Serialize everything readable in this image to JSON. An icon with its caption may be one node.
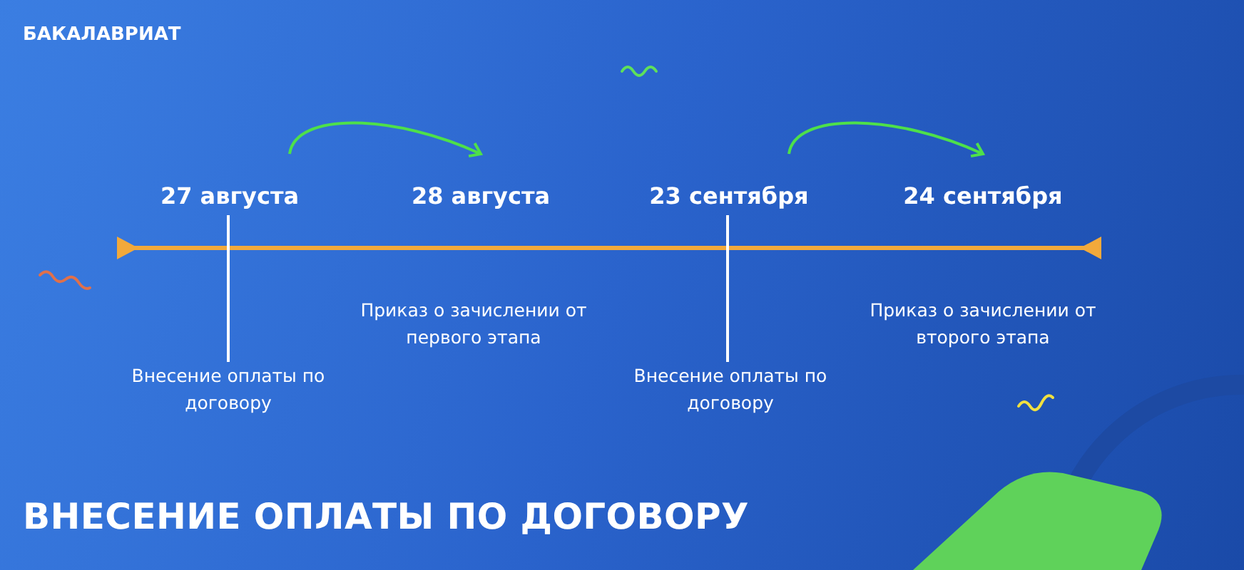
{
  "diagram": {
    "title": "ВНЕСЕНИЕ ОПЛАТЫ ПО ДОГОВОРУ",
    "nodes": [
      {
        "text": [
          "27 августа"
        ]
      },
      {
        "text": [
          "28 августа"
        ]
      },
      {
        "text": [
          "23 сентября"
        ]
      },
      {
        "text": [
          "24 сентября"
        ]
      },
      {
        "text": [
          "Внесение оплаты по договору"
        ]
      },
      {
        "text": [
          "Приказ о зачислении от первого этапа"
        ]
      },
      {
        "text": [
          "Внесение оплаты по договору"
        ]
      },
      {
        "text": [
          "Приказ о зачислении от второго этапа"
        ]
      }
    ],
    "edges": [
      {
        "from": 0,
        "to": 1,
        "arrow": "to",
        "color": "#4ee04a"
      },
      {
        "from": 2,
        "to": 3,
        "arrow": "to",
        "color": "#4ee04a"
      },
      {
        "from": 0,
        "to": 4,
        "arrow": "none",
        "color": "#ffffff"
      },
      {
        "from": 2,
        "to": 6,
        "arrow": "none",
        "color": "#ffffff"
      }
    ],
    "labels": [
      "БАКАЛАВРИАТ"
    ]
  }
}
